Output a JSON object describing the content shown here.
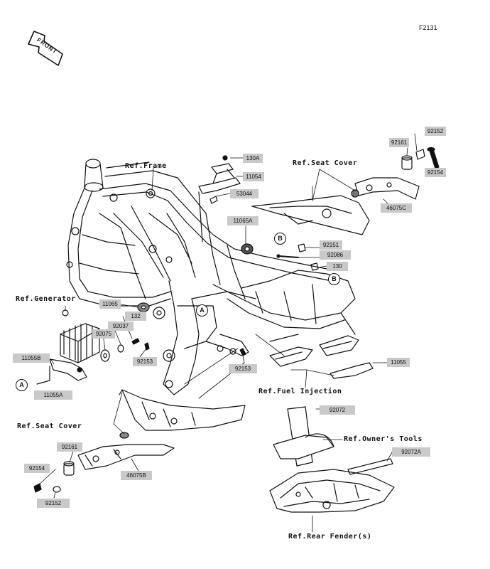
{
  "diagram_code": "F2131",
  "front_label": "FRONT",
  "references": {
    "frame": "Ref.Frame",
    "seat_cover_top": "Ref.Seat Cover",
    "generator": "Ref.Generator",
    "fuel_injection": "Ref.Fuel Injection",
    "seat_cover_left": "Ref.Seat Cover",
    "owners_tools": "Ref.Owner's Tools",
    "rear_fender": "Ref.Rear Fender(s)"
  },
  "markers": {
    "a": "A",
    "b": "B"
  },
  "parts": {
    "p130a": "130A",
    "p11054": "11054",
    "p53044": "53044",
    "p11065a": "11065A",
    "p92152_top": "92152",
    "p92161_top": "92161",
    "p92154_top": "92154",
    "p46075c": "46075C",
    "p92151": "92151",
    "p92086": "92086",
    "p130": "130",
    "p11065": "11065",
    "p132": "132",
    "p92037": "92037",
    "p92075": "92075",
    "p92153_left": "92153",
    "p92153_mid": "92153",
    "p11055b": "11055B",
    "p11055a": "11055A",
    "p11055": "11055",
    "p92072": "92072",
    "p92072a": "92072A",
    "p92161_bot": "92161",
    "p92154_bot": "92154",
    "p46075b": "46075B",
    "p92152_bot": "92152"
  }
}
